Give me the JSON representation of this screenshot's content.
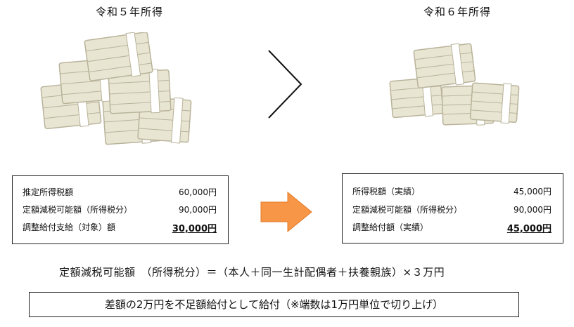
{
  "left": {
    "title": "令和５年所得",
    "rows": [
      {
        "label": "推定所得税額",
        "value": "60,000円",
        "emphasis": false
      },
      {
        "label": "定額減税可能額（所得税分）",
        "value": "90,000円",
        "emphasis": false
      },
      {
        "label": "調整給付支給（対象）額",
        "value": "30,000円",
        "emphasis": true
      }
    ]
  },
  "right": {
    "title": "令和６年所得",
    "rows": [
      {
        "label": "所得税額（実績）",
        "value": "45,000円",
        "emphasis": false
      },
      {
        "label": "定額減税可能額（所得税分）",
        "value": "90,000円",
        "emphasis": false
      },
      {
        "label": "調整給付額（実績）",
        "value": "45,000円",
        "emphasis": true
      }
    ]
  },
  "formula": "定額減税可能額　（所得税分）＝（本人＋同一生計配偶者＋扶養親族）×３万円",
  "note": "差額の2万円を不足額給付として給付（※端数は1万円単位で切り上げ）",
  "colors": {
    "arrow": "#F79646",
    "bill": "#E8E5D3",
    "bill_edge": "#B9B39A",
    "band": "#FFFFFF"
  },
  "icons": [
    "money-pile-icon",
    "greater-than-icon",
    "right-arrow-icon"
  ]
}
